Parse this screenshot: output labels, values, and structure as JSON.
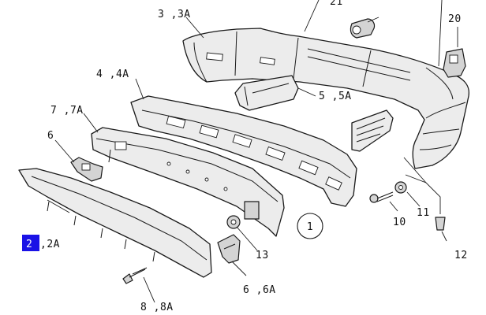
{
  "labels": {
    "bumper_cover": "3 ,3A",
    "clip_21": "21",
    "bracket_20": "20",
    "energy_absorber": "4 ,4A",
    "side_spacer": "5 ,5A",
    "reinforcement": "7 ,7A",
    "bracket_6_upper": "6",
    "callout_1": "1",
    "screw_10": "10",
    "nut_11": "11",
    "bolt_12": "12",
    "nut_13": "13",
    "lower_spoiler_num": "2",
    "lower_spoiler_variant": ",2A",
    "bracket_6_lower": "6 ,6A",
    "screw_8": "8 ,8A"
  },
  "colors": {
    "highlight": "#1a12e6",
    "line": "#1a1a1a",
    "fill": "#ececec"
  }
}
